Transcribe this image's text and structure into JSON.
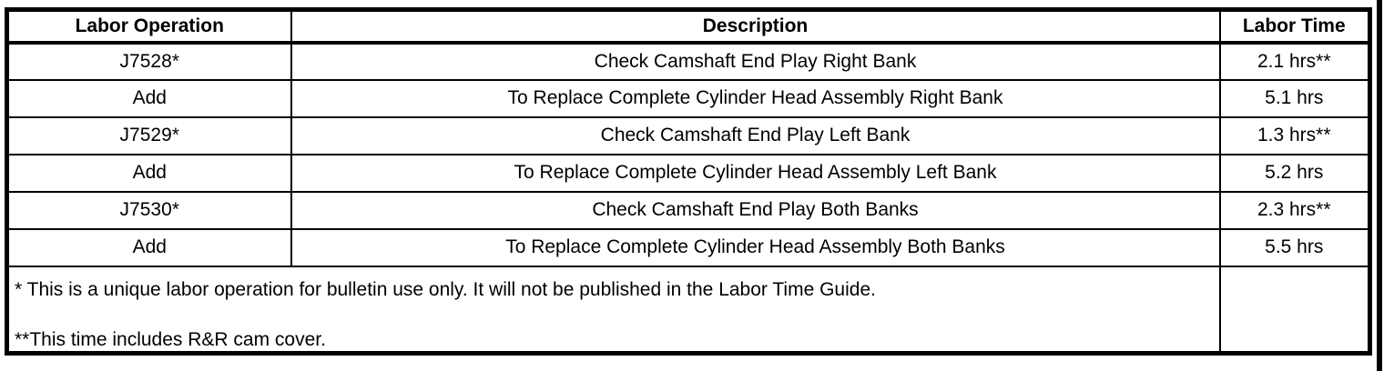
{
  "colors": {
    "border": "#000000",
    "text": "#000000",
    "background": "#ffffff"
  },
  "table": {
    "headers": {
      "labor_operation": "Labor Operation",
      "description": "Description",
      "labor_time": "Labor Time"
    },
    "rows": [
      {
        "op": "J7528*",
        "desc": "Check Camshaft End Play Right Bank",
        "time": "2.1 hrs**"
      },
      {
        "op": "Add",
        "desc": "To Replace Complete Cylinder Head Assembly Right Bank",
        "time": "5.1 hrs"
      },
      {
        "op": "J7529*",
        "desc": "Check Camshaft End Play Left Bank",
        "time": "1.3 hrs**"
      },
      {
        "op": "Add",
        "desc": "To Replace Complete Cylinder Head Assembly Left Bank",
        "time": "5.2 hrs"
      },
      {
        "op": "J7530*",
        "desc": "Check Camshaft End Play Both Banks",
        "time": "2.3 hrs**"
      },
      {
        "op": "Add",
        "desc": "To Replace Complete Cylinder Head Assembly Both Banks",
        "time": "5.5 hrs"
      }
    ],
    "footnotes": {
      "line1": "* This is a unique labor operation for bulletin use only. It will not be published in the Labor Time Guide.",
      "line2": "**This time includes R&R cam cover."
    }
  }
}
